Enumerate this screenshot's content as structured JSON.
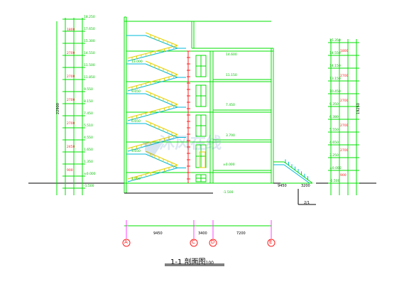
{
  "drawing": {
    "title": "1-1 剖面图",
    "scale": "100",
    "watermark": "沐风在线"
  },
  "axes": [
    {
      "id": "A",
      "label": "A"
    },
    {
      "id": "C",
      "label": "C"
    },
    {
      "id": "D",
      "label": "D"
    },
    {
      "id": "E",
      "label": "E"
    }
  ],
  "bottom_dims": [
    "9450",
    "3400",
    "7200"
  ],
  "left_dims": {
    "overall": "22900",
    "levels": [
      "18.250",
      "17.650",
      "15.300",
      "14.550",
      "11.500",
      "11.850",
      "9.550",
      "8.150",
      "7.450",
      "5.510",
      "4.550",
      "1.650",
      "1.350",
      "±0.000",
      "-1.500"
    ],
    "segments": [
      "1800",
      "2700",
      "2700",
      "2700",
      "2700",
      "2450",
      "900"
    ]
  },
  "middle_levels": {
    "stair": [
      "13.000",
      "9.650",
      "6.650",
      "3.650",
      "1.650"
    ],
    "rooms": [
      "14.600",
      "11.150",
      "7.450",
      "3.700",
      "±0.000",
      "-1.500"
    ]
  },
  "right_dims": {
    "overall": "19250",
    "levels": [
      "15.350",
      "14.550",
      "14.150",
      "13.150",
      "10.450",
      "9.350",
      "6.380",
      "5.550",
      "4.650",
      "3.250",
      "±0.000",
      "-1.500"
    ],
    "segments": [
      "1800",
      "2700",
      "2700",
      "2700",
      "2700",
      "900"
    ],
    "landing": [
      "9450",
      "3200"
    ],
    "callout": "2/1"
  }
}
